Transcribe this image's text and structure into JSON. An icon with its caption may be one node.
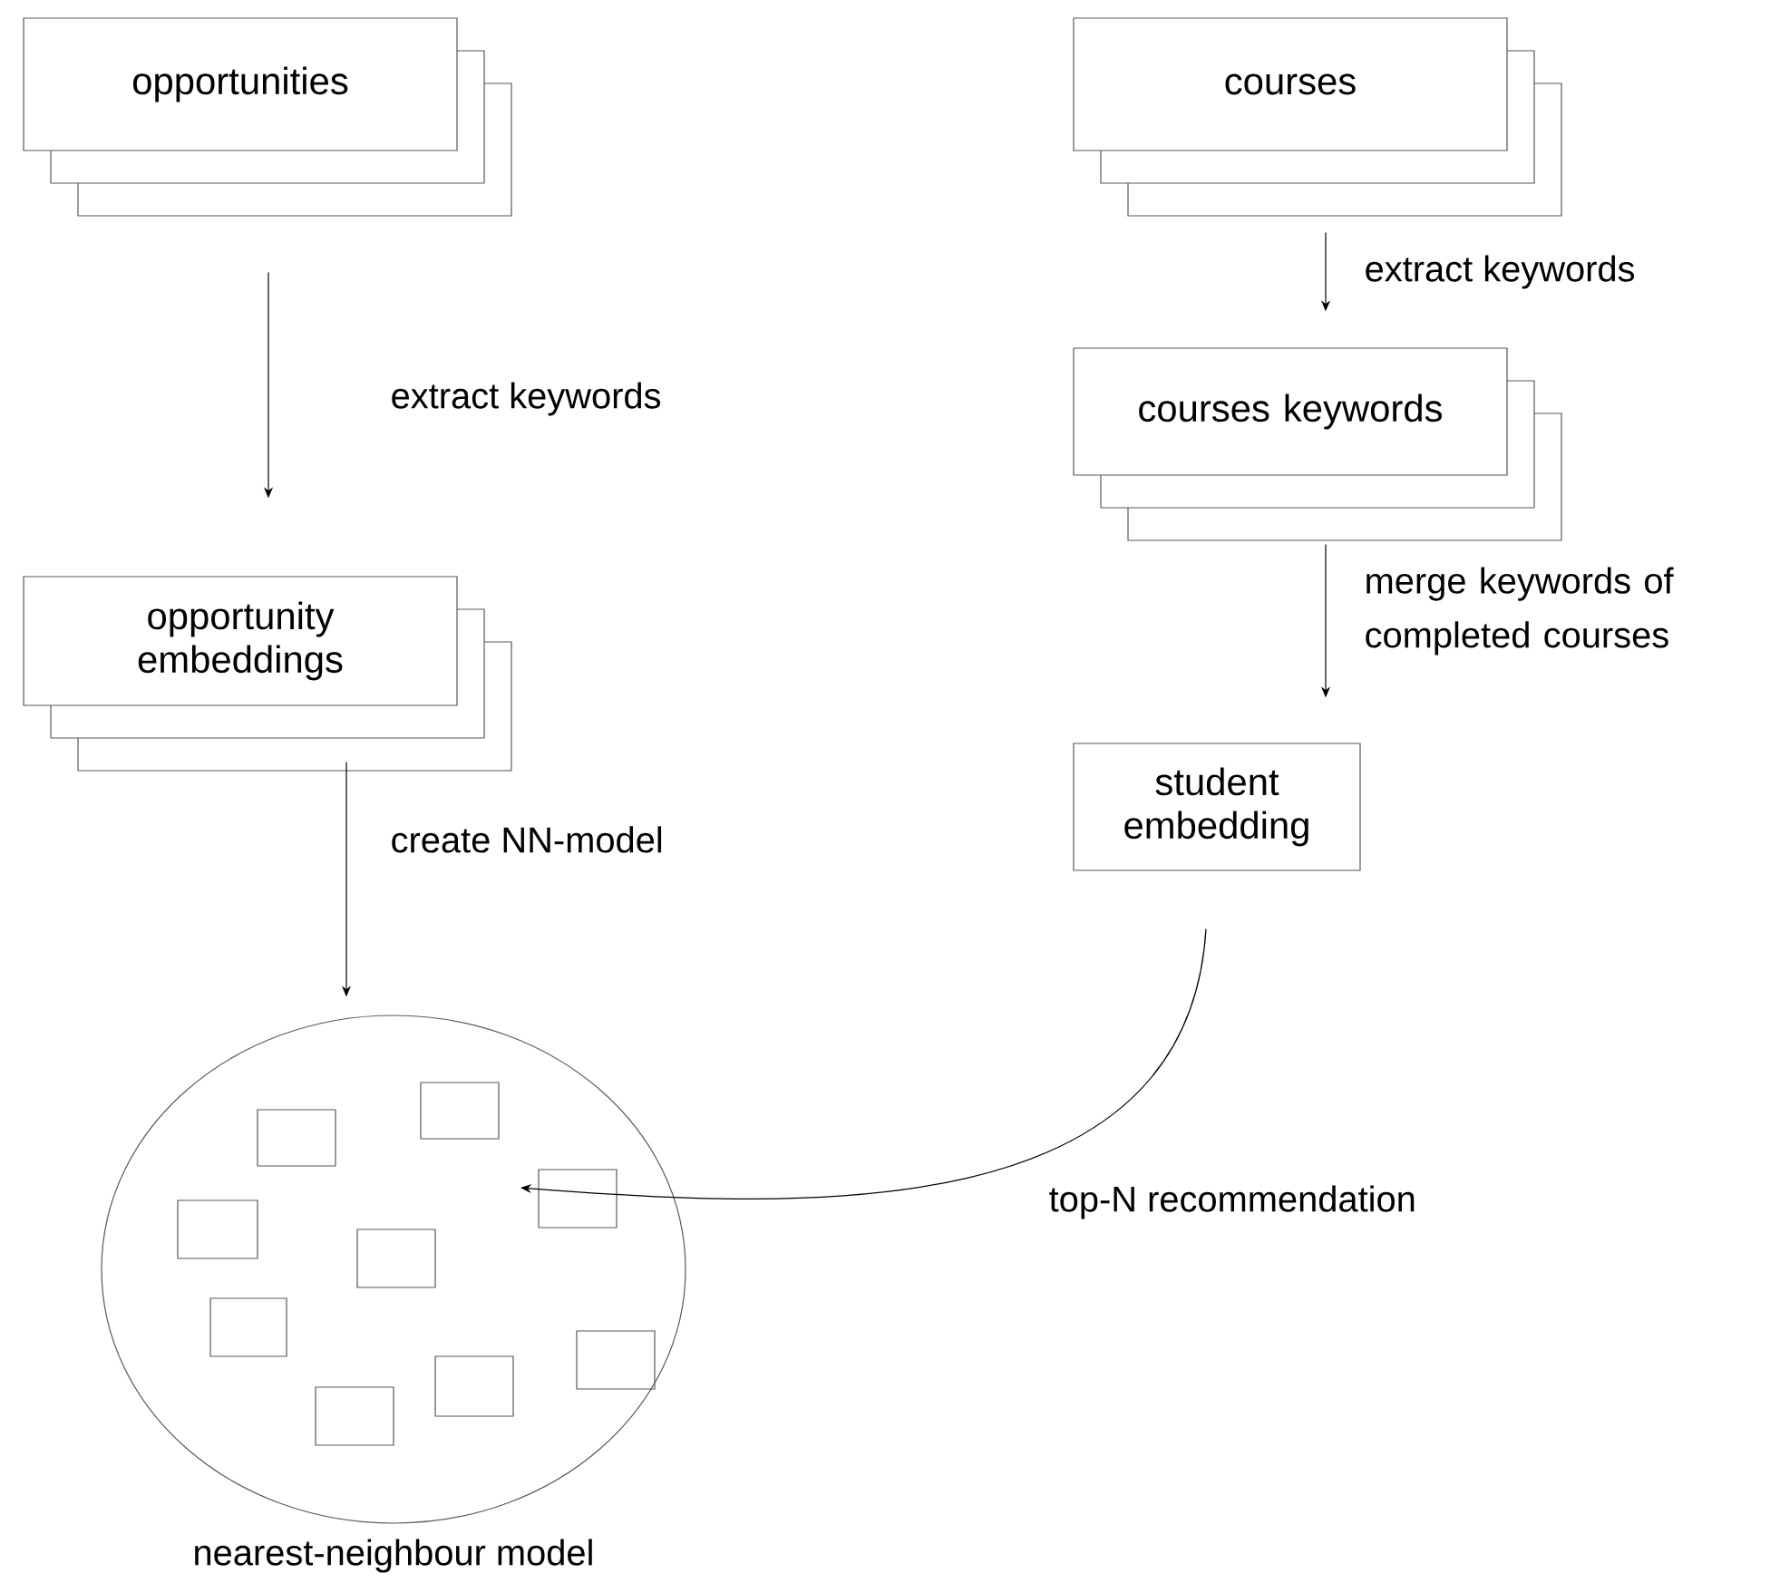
{
  "diagram": {
    "nodes": [
      {
        "text": [
          "opportunities"
        ]
      },
      {
        "text": [
          "courses"
        ]
      },
      {
        "text": [
          "courses keywords"
        ]
      },
      {
        "text": [
          "opportunity embeddings"
        ]
      },
      {
        "text": [
          "student embedding"
        ]
      },
      {
        "text": [
          "nearest-neighbour model"
        ]
      },
      {
        "text": [],
        "shape": "box",
        "in": 5
      },
      {
        "text": [],
        "shape": "box",
        "in": 5
      },
      {
        "text": [],
        "shape": "box",
        "in": 5
      },
      {
        "text": [],
        "shape": "box",
        "in": 5
      },
      {
        "text": [],
        "shape": "box",
        "in": 5
      },
      {
        "text": [],
        "shape": "box",
        "in": 5
      },
      {
        "text": [],
        "shape": "box",
        "in": 5
      },
      {
        "text": [],
        "shape": "box",
        "in": 5
      },
      {
        "text": [],
        "shape": "box",
        "in": 5
      }
    ],
    "edges": [
      {
        "from": 0,
        "to": 3,
        "arrow": "to",
        "label": "extract keywords"
      },
      {
        "from": 1,
        "to": 2,
        "arrow": "to",
        "label": "extract keywords"
      },
      {
        "from": 2,
        "to": 4,
        "arrow": "to",
        "label": "merge keywords of completed courses"
      },
      {
        "from": 3,
        "to": 5,
        "arrow": "to",
        "label": "create NN-model"
      },
      {
        "from": 4,
        "to": 13,
        "arrow": "to",
        "label": "top-N recommendation"
      }
    ]
  }
}
